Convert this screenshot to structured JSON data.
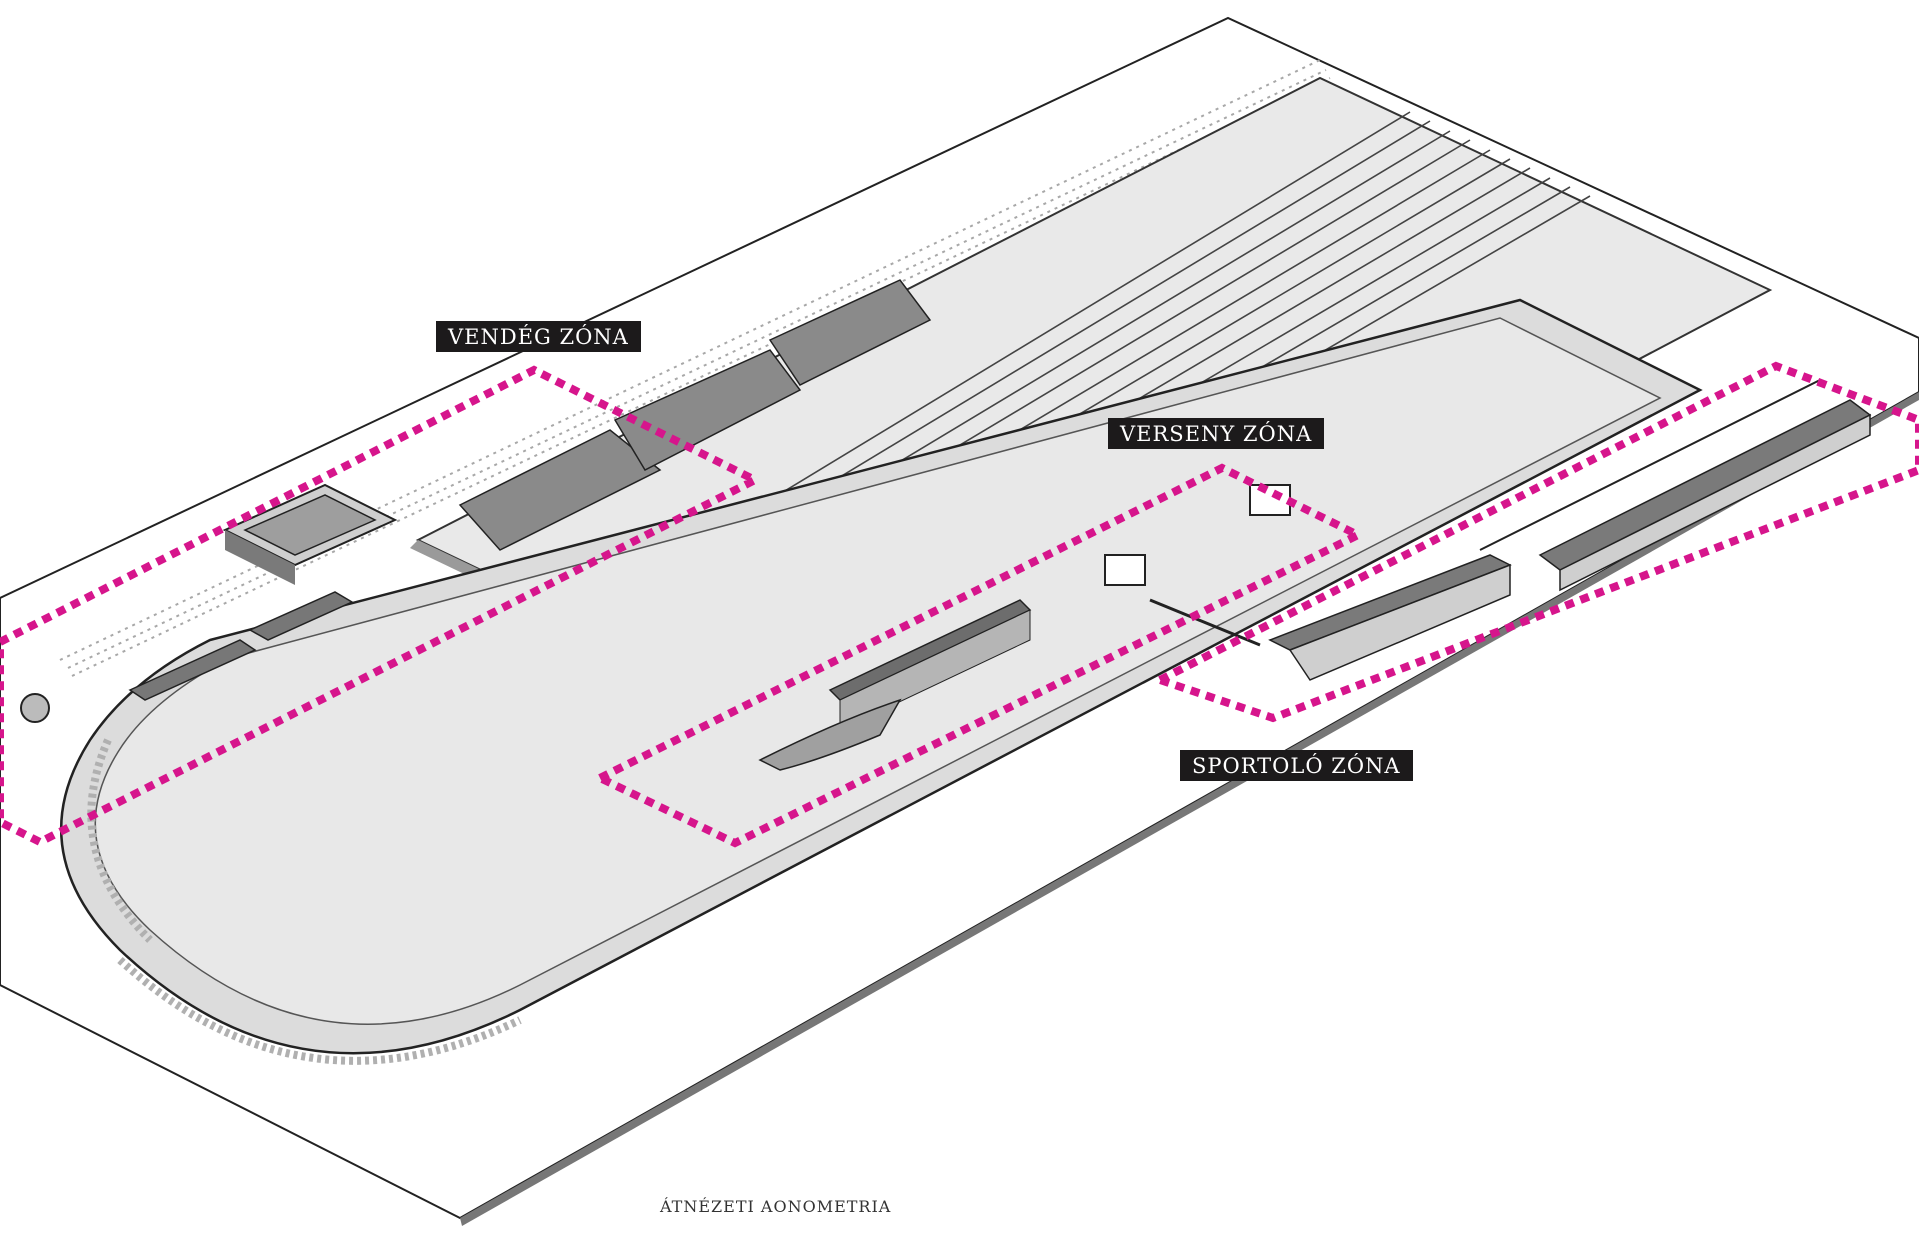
{
  "zones": {
    "guest": "VENDÉG ZÓNA",
    "race": "VERSENY ZÓNA",
    "athlete": "SPORTOLÓ ZÓNA"
  },
  "caption": "ÁTNÉZETI AONOMETRIA",
  "colors": {
    "zone_outline": "#d6158c",
    "label_background": "#1c1a1b",
    "label_text": "#ffffff",
    "ground": "#ebebeb",
    "track": "#b9b9b9",
    "building": "#8e8e8e"
  }
}
